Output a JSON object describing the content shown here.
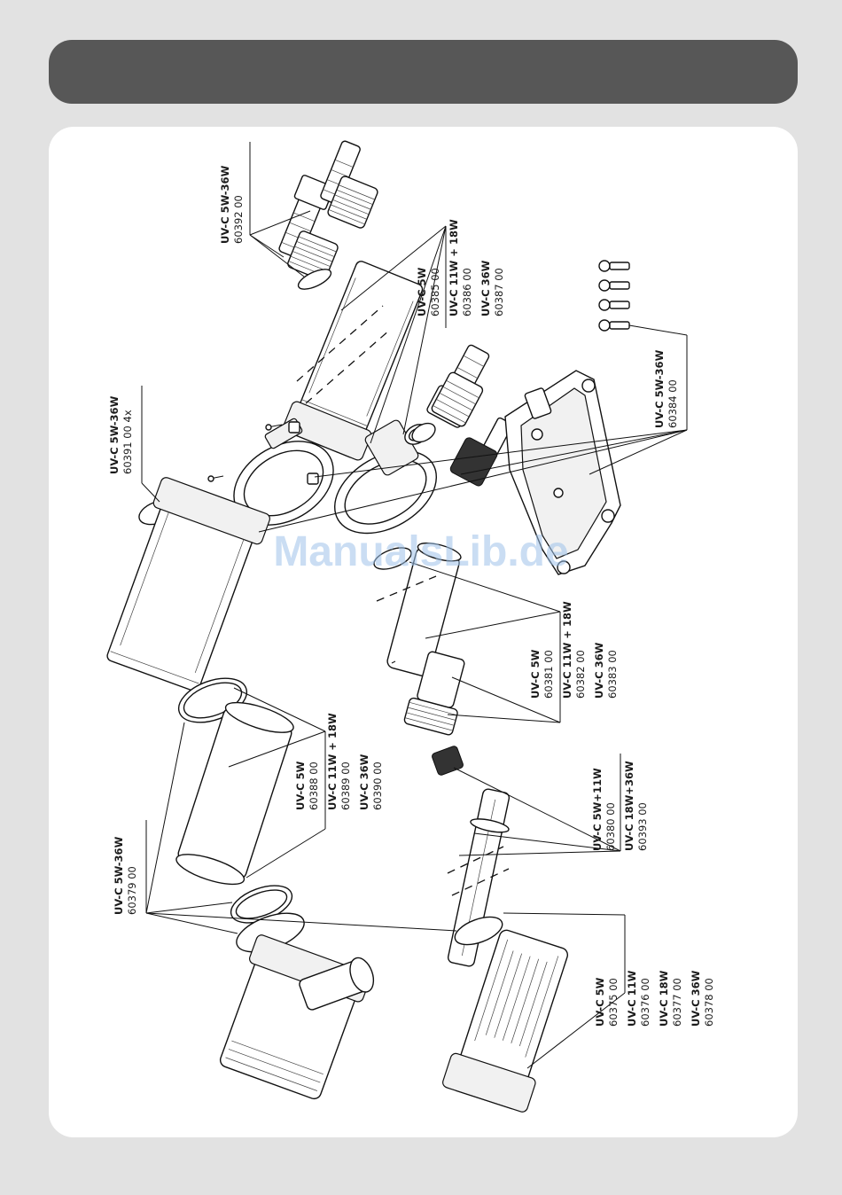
{
  "watermark": "ManualsLib.de",
  "callouts": [
    {
      "id": "c1",
      "lines": [
        {
          "text": "UV-C 5W-36W",
          "bold": true
        },
        {
          "text": "60392 00",
          "bold": false
        }
      ]
    },
    {
      "id": "c2",
      "lines": [
        {
          "text": "UV-C 5W",
          "bold": true
        },
        {
          "text": "60385 00",
          "bold": false
        },
        {
          "text": "UV-C 11W + 18W",
          "bold": true
        },
        {
          "text": "60386 00",
          "bold": false
        },
        {
          "text": "UV-C 36W",
          "bold": true
        },
        {
          "text": "60387 00",
          "bold": false
        }
      ]
    },
    {
      "id": "c3",
      "lines": [
        {
          "text": "UV-C 5W-36W",
          "bold": true
        },
        {
          "text": "60391 00 4x",
          "bold": false
        }
      ]
    },
    {
      "id": "c4",
      "lines": [
        {
          "text": "UV-C 5W-36W",
          "bold": true
        },
        {
          "text": "60384 00",
          "bold": false
        }
      ]
    },
    {
      "id": "c5",
      "lines": [
        {
          "text": "UV-C 5W",
          "bold": true
        },
        {
          "text": "60381 00",
          "bold": false
        },
        {
          "text": "UV-C 11W + 18W",
          "bold": true
        },
        {
          "text": "60382 00",
          "bold": false
        },
        {
          "text": "UV-C 36W",
          "bold": true
        },
        {
          "text": "60383 00",
          "bold": false
        }
      ]
    },
    {
      "id": "c6",
      "lines": [
        {
          "text": "UV-C 5W",
          "bold": true
        },
        {
          "text": "60388 00",
          "bold": false
        },
        {
          "text": "UV-C 11W + 18W",
          "bold": true
        },
        {
          "text": "60389 00",
          "bold": false
        },
        {
          "text": "UV-C 36W",
          "bold": true
        },
        {
          "text": "60390 00",
          "bold": false
        }
      ]
    },
    {
      "id": "c7",
      "lines": [
        {
          "text": "UV-C 5W+11W",
          "bold": true
        },
        {
          "text": "60380 00",
          "bold": false
        },
        {
          "text": "UV-C 18W+36W",
          "bold": true
        },
        {
          "text": "60393 00",
          "bold": false
        }
      ]
    },
    {
      "id": "c8",
      "lines": [
        {
          "text": "UV-C 5W-36W",
          "bold": true
        },
        {
          "text": "60379 00",
          "bold": false
        }
      ]
    },
    {
      "id": "c9",
      "lines": [
        {
          "text": "UV-C 5W",
          "bold": true
        },
        {
          "text": "60375 00",
          "bold": false
        },
        {
          "text": "UV-C 11W",
          "bold": true
        },
        {
          "text": "60376 00",
          "bold": false
        },
        {
          "text": "UV-C 18W",
          "bold": true
        },
        {
          "text": "60377 00",
          "bold": false
        },
        {
          "text": "UV-C 36W",
          "bold": true
        },
        {
          "text": "60378 00",
          "bold": false
        }
      ]
    }
  ]
}
